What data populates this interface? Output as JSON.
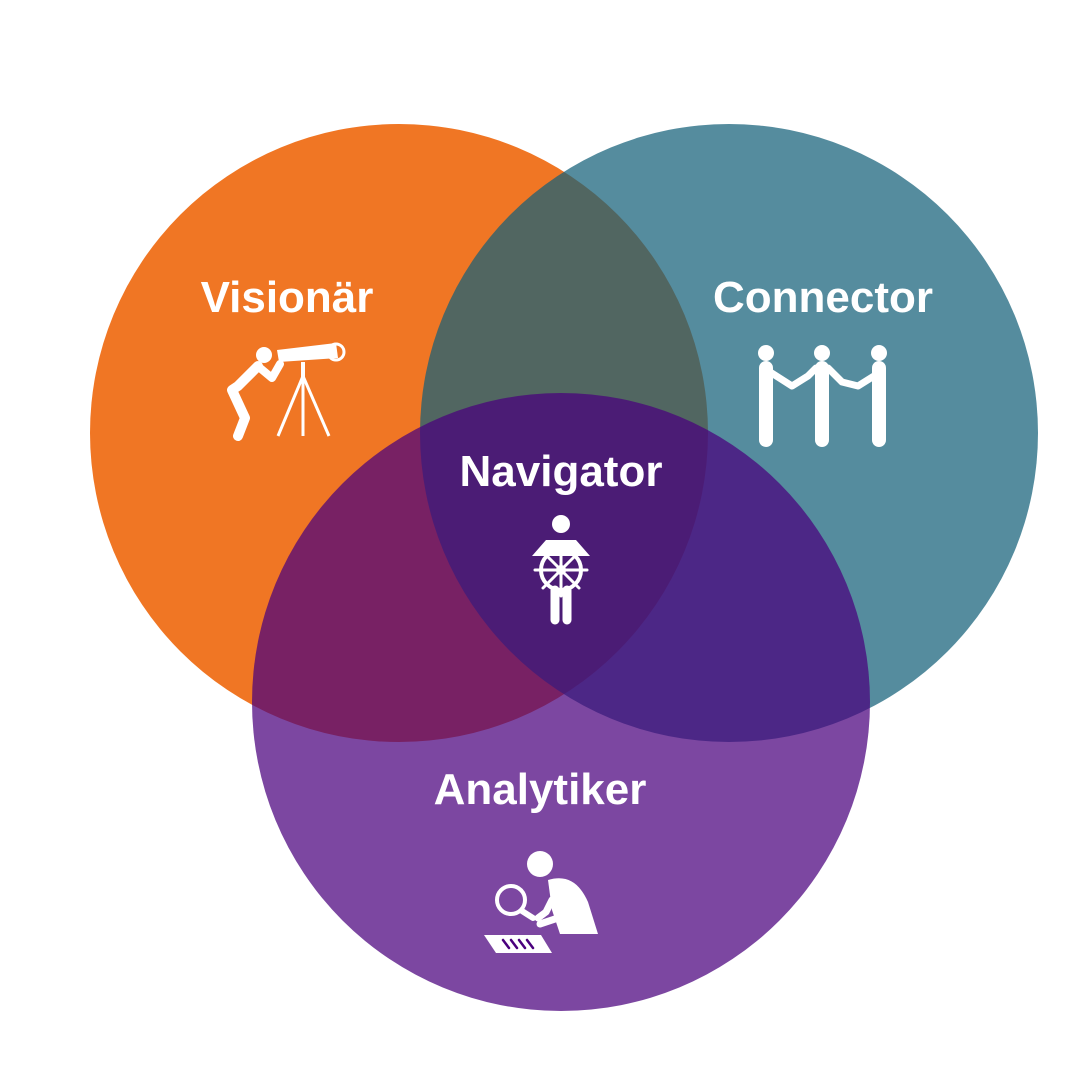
{
  "diagram": {
    "type": "venn",
    "sets": [
      {
        "id": "visionar",
        "label": "Visionär",
        "color": "#f07320",
        "icon": "telescope-person-icon"
      },
      {
        "id": "connector",
        "label": "Connector",
        "color": "#145f78",
        "icon": "handshake-people-icon"
      },
      {
        "id": "analytiker",
        "label": "Analytiker",
        "color": "#4a007d",
        "icon": "magnifier-analyst-icon"
      }
    ],
    "center": {
      "label": "Navigator",
      "icon": "helmsman-wheel-icon"
    }
  }
}
